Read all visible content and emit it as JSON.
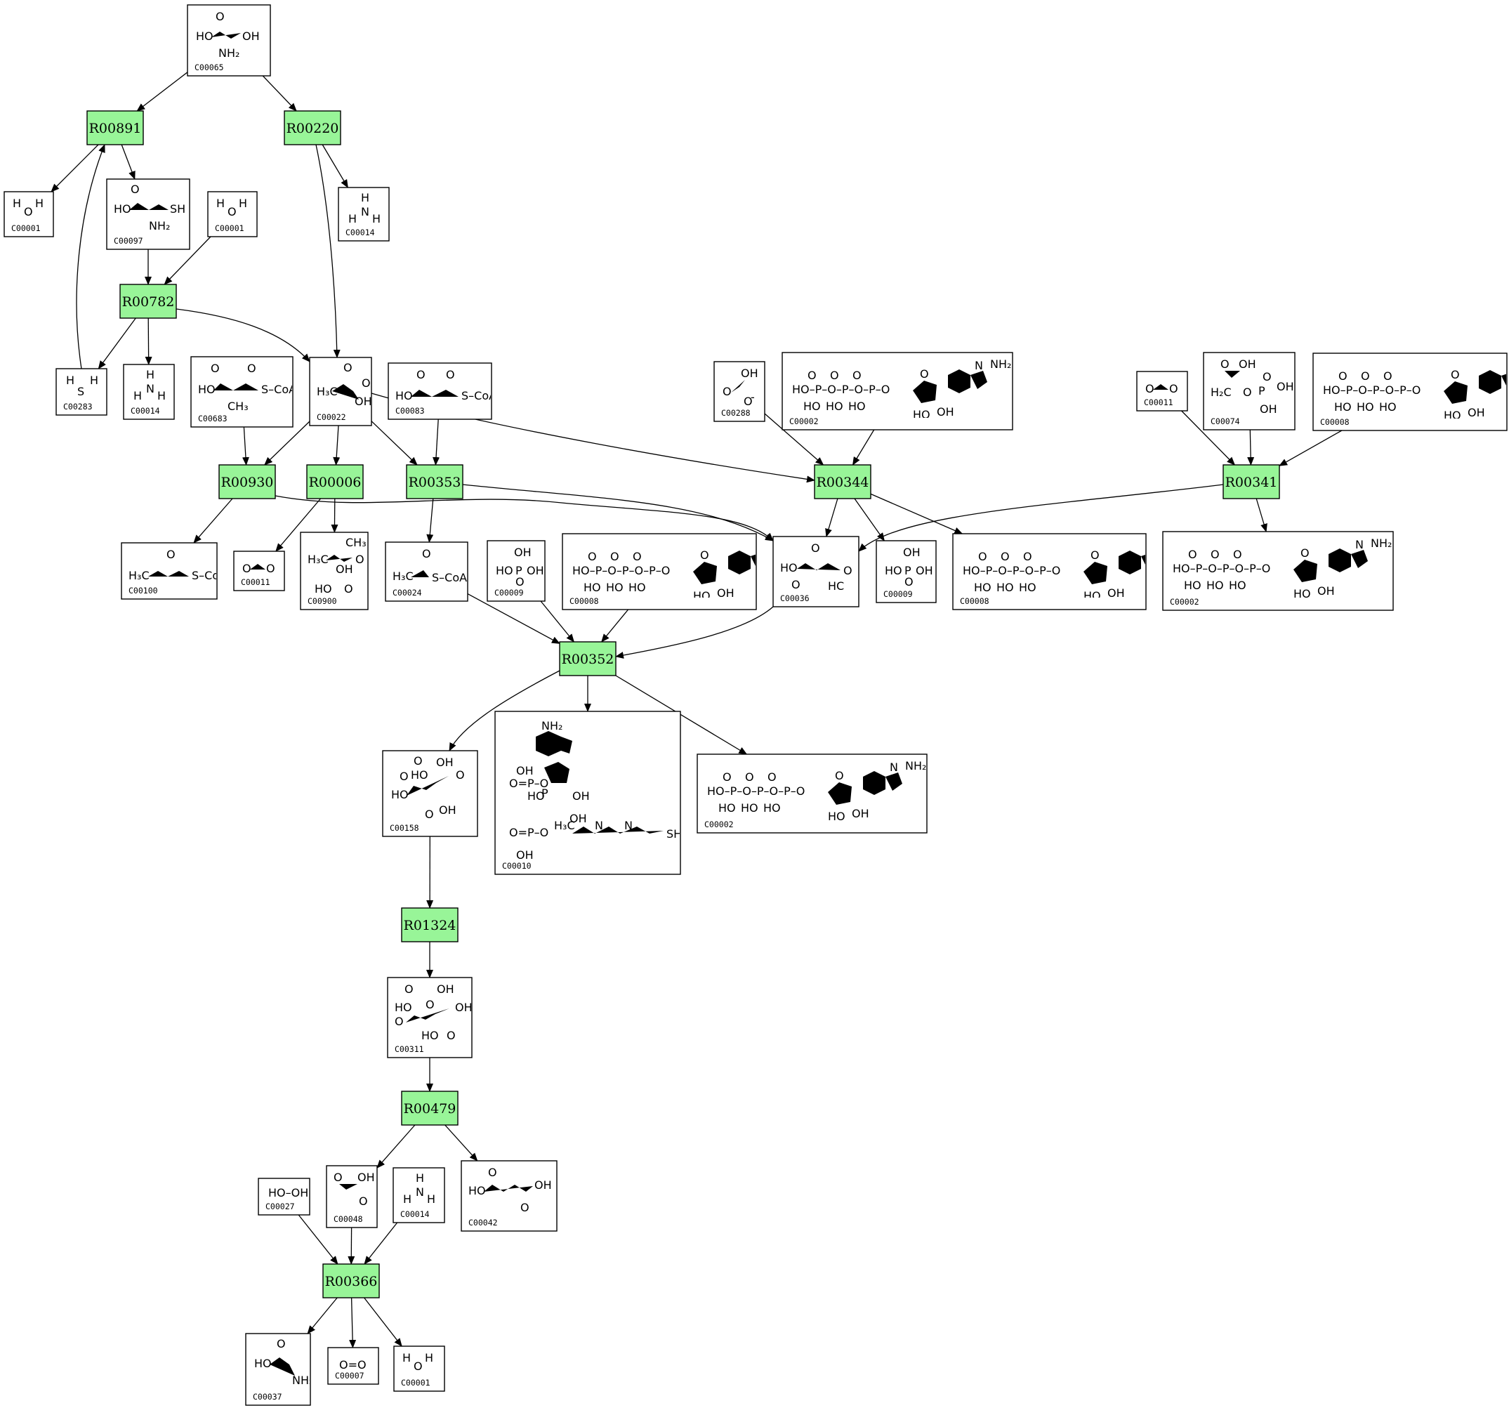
{
  "reactions": [
    {
      "id": "R00891",
      "label": "R00891"
    },
    {
      "id": "R00220",
      "label": "R00220"
    },
    {
      "id": "R00782",
      "label": "R00782"
    },
    {
      "id": "R00930",
      "label": "R00930"
    },
    {
      "id": "R00006",
      "label": "R00006"
    },
    {
      "id": "R00353",
      "label": "R00353"
    },
    {
      "id": "R00344",
      "label": "R00344"
    },
    {
      "id": "R00341",
      "label": "R00341"
    },
    {
      "id": "R00352",
      "label": "R00352"
    },
    {
      "id": "R01324",
      "label": "R01324"
    },
    {
      "id": "R00479",
      "label": "R00479"
    },
    {
      "id": "R00366",
      "label": "R00366"
    }
  ],
  "compounds": [
    {
      "key": "c00065",
      "label": "C00065",
      "mol": "serine"
    },
    {
      "key": "c00001a",
      "label": "C00001",
      "mol": "water"
    },
    {
      "key": "c00097",
      "label": "C00097",
      "mol": "cysteine"
    },
    {
      "key": "c00001b",
      "label": "C00001",
      "mol": "water"
    },
    {
      "key": "c00014a",
      "label": "C00014",
      "mol": "ammonia"
    },
    {
      "key": "c00283",
      "label": "C00283",
      "mol": "h2s"
    },
    {
      "key": "c00014b",
      "label": "C00014",
      "mol": "ammonia"
    },
    {
      "key": "c00683",
      "label": "C00683",
      "mol": "methylmalonylcoa"
    },
    {
      "key": "c00022",
      "label": "C00022",
      "mol": "pyruvate"
    },
    {
      "key": "c00083",
      "label": "C00083",
      "mol": "malonylcoa"
    },
    {
      "key": "c00288",
      "label": "C00288",
      "mol": "bicarbonate"
    },
    {
      "key": "c00002a",
      "label": "C00002",
      "mol": "atp"
    },
    {
      "key": "c00011a",
      "label": "C00011",
      "mol": "co2"
    },
    {
      "key": "c00074",
      "label": "C00074",
      "mol": "pep"
    },
    {
      "key": "c00008a",
      "label": "C00008",
      "mol": "adp"
    },
    {
      "key": "c00100",
      "label": "C00100",
      "mol": "propionylcoa"
    },
    {
      "key": "c00011b",
      "label": "C00011",
      "mol": "co2"
    },
    {
      "key": "c00900",
      "label": "C00900",
      "mol": "acetolactate"
    },
    {
      "key": "c00024",
      "label": "C00024",
      "mol": "acetylcoa"
    },
    {
      "key": "c00009a",
      "label": "C00009",
      "mol": "phosphate"
    },
    {
      "key": "c00008b",
      "label": "C00008",
      "mol": "adp"
    },
    {
      "key": "c00036",
      "label": "C00036",
      "mol": "oxaloacetate"
    },
    {
      "key": "c00009b",
      "label": "C00009",
      "mol": "phosphate"
    },
    {
      "key": "c00008c",
      "label": "C00008",
      "mol": "adp"
    },
    {
      "key": "c00002b",
      "label": "C00002",
      "mol": "atp"
    },
    {
      "key": "c00158",
      "label": "C00158",
      "mol": "citrate"
    },
    {
      "key": "c00010",
      "label": "C00010",
      "mol": "coa"
    },
    {
      "key": "c00002c",
      "label": "C00002",
      "mol": "atp"
    },
    {
      "key": "c00311",
      "label": "C00311",
      "mol": "isocitrate"
    },
    {
      "key": "c00027",
      "label": "C00027",
      "mol": "peroxide"
    },
    {
      "key": "c00048",
      "label": "C00048",
      "mol": "glyoxylate"
    },
    {
      "key": "c00014c",
      "label": "C00014",
      "mol": "ammonia"
    },
    {
      "key": "c00042",
      "label": "C00042",
      "mol": "succinate"
    },
    {
      "key": "c00037",
      "label": "C00037",
      "mol": "glycine"
    },
    {
      "key": "c00007",
      "label": "C00007",
      "mol": "oxygen"
    },
    {
      "key": "c00001c",
      "label": "C00001",
      "mol": "water"
    }
  ],
  "edges": [
    [
      "c00065",
      "R00891"
    ],
    [
      "c00065",
      "R00220"
    ],
    [
      "R00891",
      "c00001a"
    ],
    [
      "R00891",
      "c00097"
    ],
    [
      "R00220",
      "c00014a"
    ],
    [
      "R00220",
      "c00022"
    ],
    [
      "c00097",
      "R00782"
    ],
    [
      "c00001b",
      "R00782"
    ],
    [
      "R00782",
      "c00283"
    ],
    [
      "R00782",
      "c00014b"
    ],
    [
      "R00782",
      "c00022"
    ],
    [
      "c00283",
      "R00891"
    ],
    [
      "c00683",
      "R00930"
    ],
    [
      "c00022",
      "R00930"
    ],
    [
      "c00022",
      "R00006"
    ],
    [
      "c00022",
      "R00353"
    ],
    [
      "c00022",
      "R00344"
    ],
    [
      "c00083",
      "R00353"
    ],
    [
      "c00288",
      "R00344"
    ],
    [
      "c00002a",
      "R00344"
    ],
    [
      "c00011a",
      "R00341"
    ],
    [
      "c00074",
      "R00341"
    ],
    [
      "c00008a",
      "R00341"
    ],
    [
      "R00930",
      "c00100"
    ],
    [
      "R00930",
      "c00036"
    ],
    [
      "R00006",
      "c00011b"
    ],
    [
      "R00006",
      "c00900"
    ],
    [
      "R00353",
      "c00024"
    ],
    [
      "R00353",
      "c00036"
    ],
    [
      "R00344",
      "c00036"
    ],
    [
      "R00344",
      "c00009b"
    ],
    [
      "R00344",
      "c00008c"
    ],
    [
      "R00341",
      "c00036"
    ],
    [
      "R00341",
      "c00002b"
    ],
    [
      "c00024",
      "R00352"
    ],
    [
      "c00009a",
      "R00352"
    ],
    [
      "c00008b",
      "R00352"
    ],
    [
      "c00036",
      "R00352"
    ],
    [
      "R00352",
      "c00158"
    ],
    [
      "R00352",
      "c00010"
    ],
    [
      "R00352",
      "c00002c"
    ],
    [
      "c00158",
      "R01324"
    ],
    [
      "R01324",
      "c00311"
    ],
    [
      "c00311",
      "R00479"
    ],
    [
      "R00479",
      "c00048"
    ],
    [
      "R00479",
      "c00042"
    ],
    [
      "c00027",
      "R00366"
    ],
    [
      "c00048",
      "R00366"
    ],
    [
      "c00014c",
      "R00366"
    ],
    [
      "R00366",
      "c00037"
    ],
    [
      "R00366",
      "c00007"
    ],
    [
      "R00366",
      "c00001c"
    ]
  ]
}
